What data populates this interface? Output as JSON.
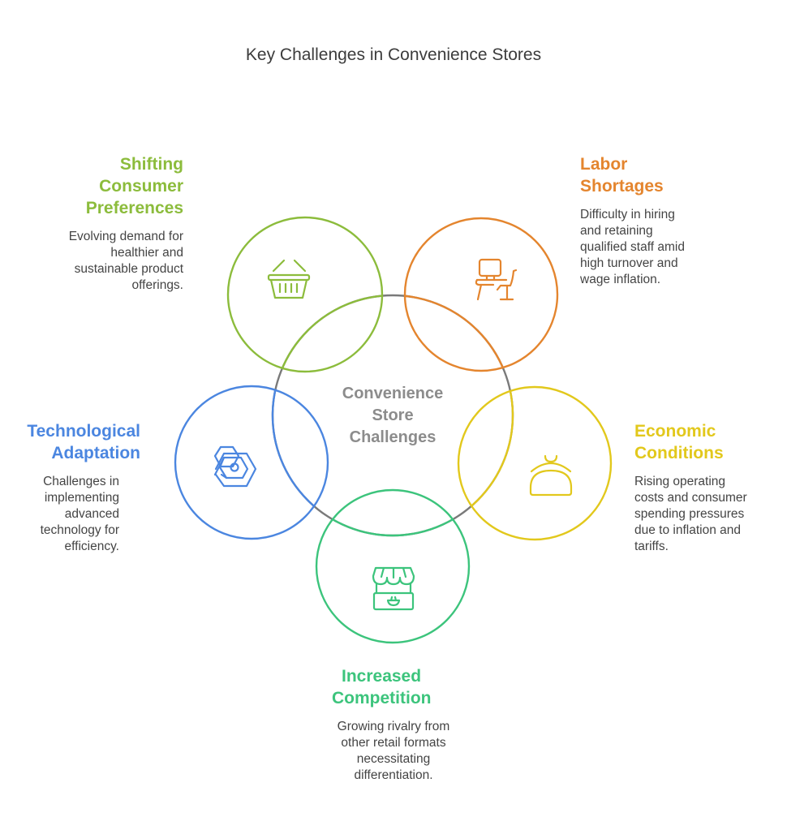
{
  "title": "Key Challenges in Convenience Stores",
  "center": {
    "label_lines": [
      "Convenience",
      "Store",
      "Challenges"
    ],
    "color": "#7a7a7a"
  },
  "challenges": [
    {
      "id": "shifting-consumer-preferences",
      "heading_lines": [
        "Shifting",
        "Consumer",
        "Preferences"
      ],
      "description_lines": [
        "Evolving demand for",
        "healthier and",
        "sustainable product",
        "offerings."
      ],
      "color": "#8cbc3c",
      "icon": "shopping-basket-icon"
    },
    {
      "id": "labor-shortages",
      "heading_lines": [
        "Labor",
        "Shortages"
      ],
      "description_lines": [
        "Difficulty in hiring",
        "and retaining",
        "qualified staff amid",
        "high turnover and",
        "wage inflation."
      ],
      "color": "#e4852e",
      "icon": "desk-workstation-icon"
    },
    {
      "id": "technological-adaptation",
      "heading_lines": [
        "Technological",
        "Adaptation"
      ],
      "description_lines": [
        "Challenges in",
        "implementing",
        "advanced",
        "technology for",
        "efficiency."
      ],
      "color": "#4b86e0",
      "icon": "hexagon-nut-icon"
    },
    {
      "id": "economic-conditions",
      "heading_lines": [
        "Economic",
        "Conditions"
      ],
      "description_lines": [
        "Rising operating",
        "costs and consumer",
        "spending pressures",
        "due to inflation and",
        "tariffs."
      ],
      "color": "#e2c81c",
      "icon": "service-bell-icon"
    },
    {
      "id": "increased-competition",
      "heading_lines": [
        "Increased",
        "Competition"
      ],
      "description_lines": [
        "Growing rivalry from",
        "other retail formats",
        "necessitating",
        "differentiation."
      ],
      "color": "#3cc47c",
      "icon": "market-stall-icon"
    }
  ]
}
